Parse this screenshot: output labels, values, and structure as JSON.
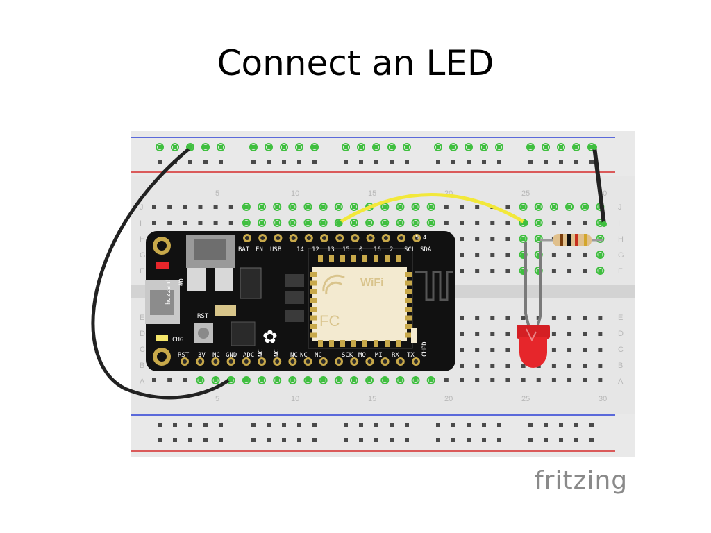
{
  "slide": {
    "title": "Connect an LED"
  },
  "breadboard": {
    "row_letters": [
      "J",
      "I",
      "H",
      "G",
      "F",
      "E",
      "D",
      "C",
      "B",
      "A"
    ],
    "column_numbers": [
      "5",
      "10",
      "15",
      "20",
      "25",
      "30"
    ]
  },
  "board": {
    "name": "huzzah!",
    "top_labels": [
      "BAT",
      "EN",
      "USB",
      "14",
      "12",
      "13",
      "15",
      "0",
      "16",
      "2",
      "SCL",
      "SDA"
    ],
    "bottom_labels": [
      "RST",
      "3V",
      "NC",
      "GND",
      "ADC",
      "NC",
      "NC",
      "NC",
      "NC",
      "NC",
      "SCK",
      "MO",
      "MI",
      "RX",
      "TX",
      "CHPD"
    ],
    "side_labels": [
      "#0",
      "RST",
      "CHG"
    ],
    "extra_labels": [
      "5",
      "4"
    ]
  },
  "module": {
    "wifi_text": "WiFi",
    "fcc_text": "FC"
  },
  "watermark": {
    "text": "fritzing"
  },
  "colors": {
    "wire_black": "#222222",
    "wire_yellow": "#f2e83a",
    "led_red": "#e6262b",
    "rail_red": "#d62b2b",
    "rail_blue": "#2b3fd6",
    "hole_active": "#3fbf3f"
  }
}
